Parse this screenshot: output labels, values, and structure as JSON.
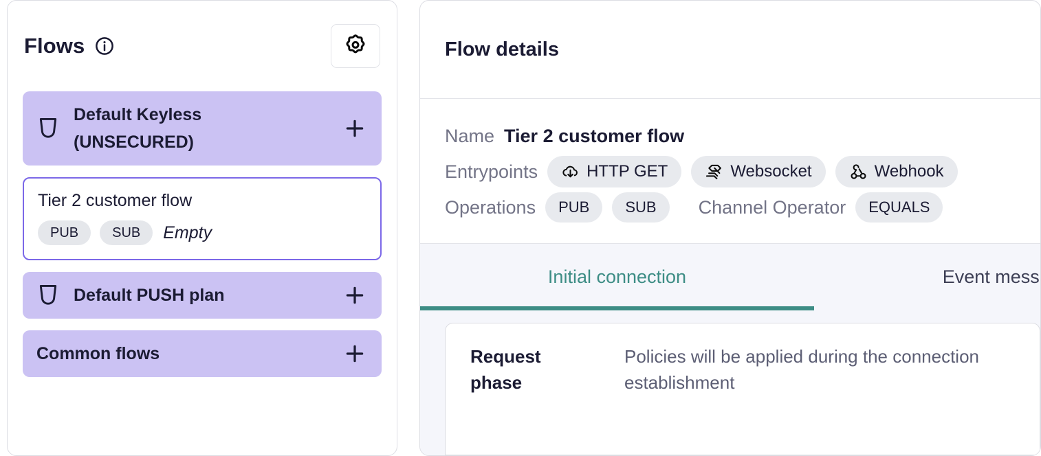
{
  "flows_panel": {
    "title": "Flows",
    "info_icon": "info-circle-icon",
    "settings_icon": "gear-icon",
    "items": [
      {
        "type": "group",
        "label": "Default Keyless\n(UNSECURED)",
        "icon": "shield-icon",
        "add_icon": "plus-icon",
        "selected": false
      },
      {
        "type": "flow",
        "label": "Tier 2 customer flow",
        "tags": [
          "PUB",
          "SUB"
        ],
        "status": "Empty",
        "selected": true
      },
      {
        "type": "group",
        "label": "Default PUSH plan",
        "icon": "shield-icon",
        "add_icon": "plus-icon",
        "selected": false
      },
      {
        "type": "group",
        "label": "Common flows",
        "icon": null,
        "add_icon": "plus-icon",
        "selected": false
      }
    ]
  },
  "details_panel": {
    "title": "Flow details",
    "name_label": "Name",
    "name_value": "Tier 2 customer flow",
    "entrypoints_label": "Entrypoints",
    "entrypoints": [
      {
        "label": "HTTP GET",
        "icon": "cloud-download-icon"
      },
      {
        "label": "Websocket",
        "icon": "websocket-icon"
      },
      {
        "label": "Webhook",
        "icon": "webhook-icon"
      }
    ],
    "operations_label": "Operations",
    "operations": [
      "PUB",
      "SUB"
    ],
    "channel_operator_label": "Channel Operator",
    "channel_operator_value": "EQUALS",
    "tabs": [
      {
        "label": "Initial connection",
        "active": true
      },
      {
        "label": "Event messages",
        "active": false
      }
    ],
    "phase": {
      "label": "Request phase",
      "description": "Policies will be applied during the connection establishment"
    }
  },
  "colors": {
    "flow_group_bg": "#cbc2f3",
    "selected_border": "#7b68e8",
    "tab_active": "#3d8d85",
    "chip_bg": "#e8eaee",
    "pill_bg": "#e5e7eb",
    "panel_border": "#dcdde3",
    "tabs_bg": "#f5f6fb",
    "muted_text": "#737487"
  }
}
